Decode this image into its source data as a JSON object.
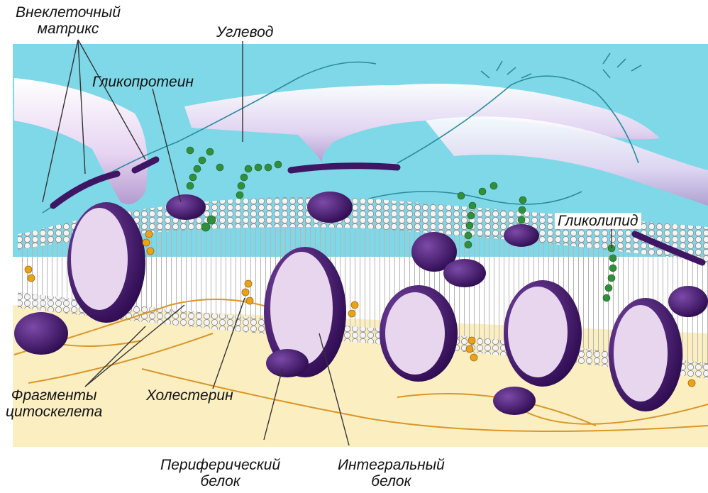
{
  "labels": {
    "extracellular_matrix": [
      "Внеклеточный",
      "матрикс"
    ],
    "carbohydrate": "Углевод",
    "glycoprotein": "Гликопротеин",
    "glycolipid": "Гликолипид",
    "cytoskeleton": [
      "Фрагменты",
      "цитоскелета"
    ],
    "cholesterol": "Холестерин",
    "peripheral_protein": [
      "Периферический",
      "белок"
    ],
    "integral_protein": [
      "Интегральный",
      "белок"
    ]
  },
  "colors": {
    "extracellular": "#7fd8e8",
    "cytoplasm": "#fbefc2",
    "protein": "#4b1a73",
    "protein_light": "#e8d6ee",
    "carbohydrate": "#2f8f3a",
    "cholesterol": "#e8a21c",
    "fiber": "#e3c9ef",
    "cytoskeleton": "#d9962a",
    "lipid_head": "#d8d8d8"
  }
}
